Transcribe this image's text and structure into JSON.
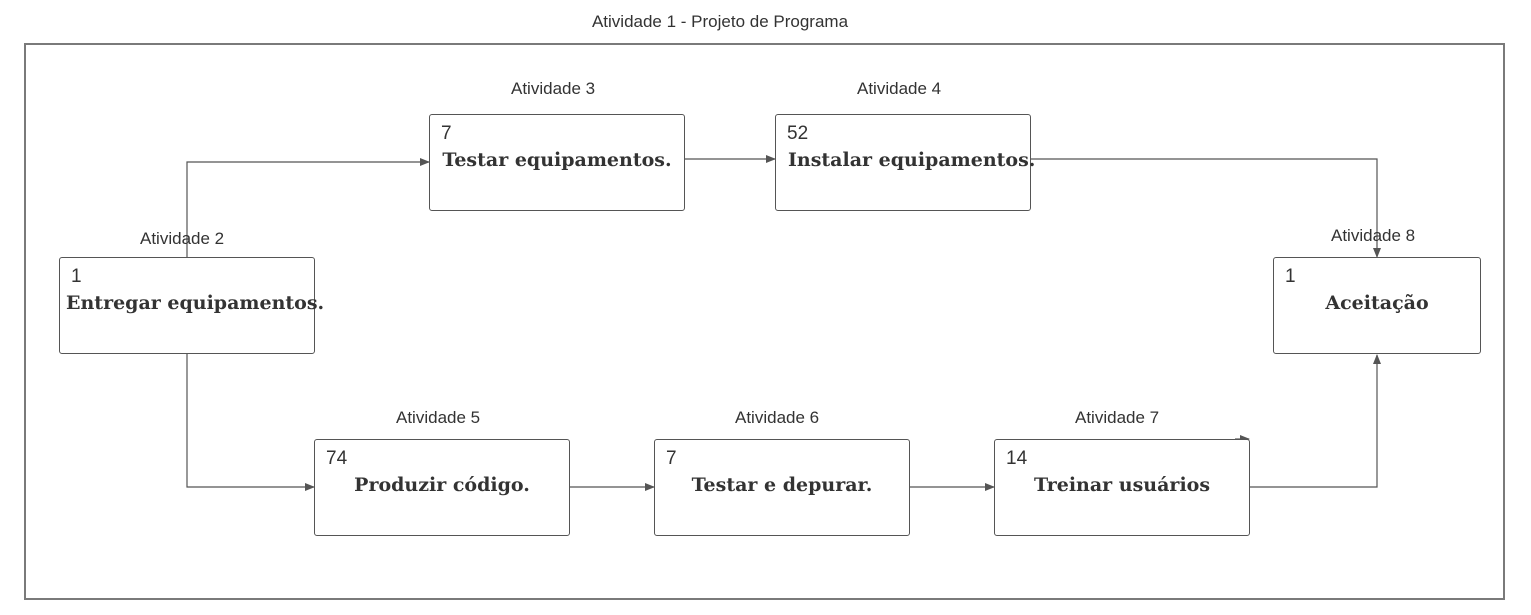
{
  "title": "Atividade 1 - Projeto de Programa",
  "activities": [
    {
      "id": "a2",
      "label": "Atividade 2",
      "duration": "1",
      "name": "Entregar equipamentos."
    },
    {
      "id": "a3",
      "label": "Atividade 3",
      "duration": "7",
      "name": "Testar equipamentos."
    },
    {
      "id": "a4",
      "label": "Atividade 4",
      "duration": "52",
      "name": "Instalar equipamentos."
    },
    {
      "id": "a5",
      "label": "Atividade 5",
      "duration": "74",
      "name": "Produzir código."
    },
    {
      "id": "a6",
      "label": "Atividade 6",
      "duration": "7",
      "name": "Testar e depurar."
    },
    {
      "id": "a7",
      "label": "Atividade 7",
      "duration": "14",
      "name": "Treinar usuários"
    },
    {
      "id": "a8",
      "label": "Atividade 8",
      "duration": "1",
      "name": "Aceitação"
    }
  ],
  "connections": [
    {
      "from": "Atividade 2",
      "to": "Atividade 3"
    },
    {
      "from": "Atividade 3",
      "to": "Atividade 4"
    },
    {
      "from": "Atividade 4",
      "to": "Atividade 8"
    },
    {
      "from": "Atividade 2",
      "to": "Atividade 5"
    },
    {
      "from": "Atividade 5",
      "to": "Atividade 6"
    },
    {
      "from": "Atividade 6",
      "to": "Atividade 7"
    },
    {
      "from": "Atividade 7",
      "to": "Atividade 8"
    }
  ],
  "colors": {
    "stroke": "#555555",
    "text": "#333333",
    "frame": "#7a7a7a"
  }
}
